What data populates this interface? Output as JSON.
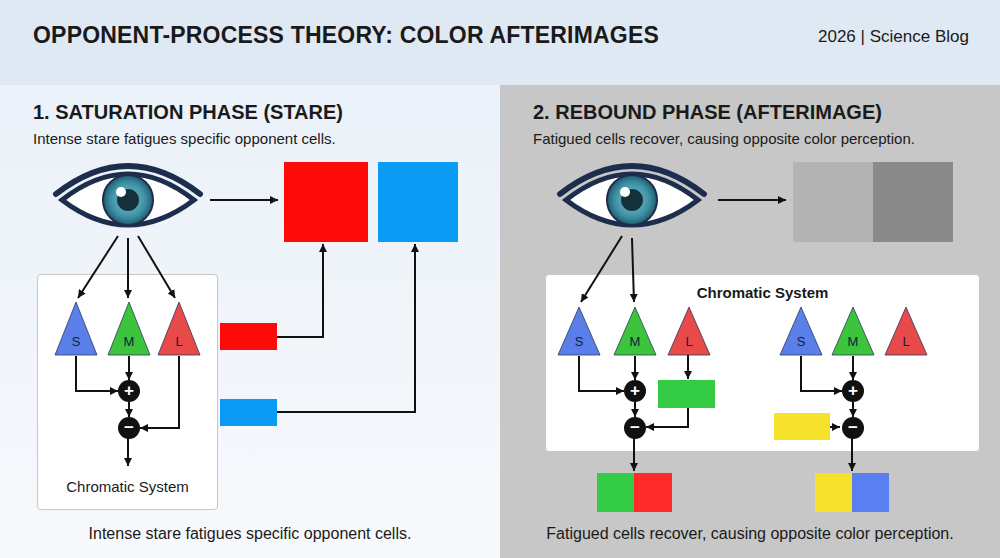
{
  "diagram": {
    "title": "OPPONENT-PROCESS THEORY: COLOR AFTERIMAGES",
    "nodes": [
      {
        "text": [
          "1. SATURATION PHASE (STARE)",
          "Intense stare fatigues specific opponent cells.",
          "Intense stare fatigues specific opponent cells."
        ]
      },
      {
        "text": [
          "Chromatic System"
        ],
        "in": 0
      },
      {
        "text": [
          "S"
        ],
        "in": 1
      },
      {
        "text": [
          "M"
        ],
        "in": 1
      },
      {
        "text": [
          "L"
        ],
        "in": 1
      },
      {
        "text": [
          "+"
        ],
        "in": 1
      },
      {
        "text": [
          "−"
        ],
        "in": 1
      },
      {
        "text": [
          "2. REBOUND PHASE (AFTERIMAGE)",
          "Fatigued cells recover, causing opposite color perception.",
          "Fatigued cells recover, causing opposite color perception."
        ]
      },
      {
        "text": [
          "Chromatic System"
        ],
        "in": 7
      },
      {
        "text": [
          "S"
        ],
        "in": 8
      },
      {
        "text": [
          "M"
        ],
        "in": 8
      },
      {
        "text": [
          "L"
        ],
        "in": 8
      },
      {
        "text": [
          "+"
        ],
        "in": 8
      },
      {
        "text": [
          "−"
        ],
        "in": 8
      },
      {
        "text": [
          "S"
        ],
        "in": 8
      },
      {
        "text": [
          "M"
        ],
        "in": 8
      },
      {
        "text": [
          "L"
        ],
        "in": 8
      },
      {
        "text": [
          "+"
        ],
        "in": 8
      },
      {
        "text": [
          "−"
        ],
        "in": 8
      }
    ],
    "edges": [
      {
        "from": 2,
        "to": 5,
        "arrow": "to"
      },
      {
        "from": 3,
        "to": 5,
        "arrow": "to"
      },
      {
        "from": 5,
        "to": 6,
        "arrow": "to"
      },
      {
        "from": 4,
        "to": 6,
        "arrow": "to"
      },
      {
        "from": 9,
        "to": 12,
        "arrow": "to"
      },
      {
        "from": 10,
        "to": 12,
        "arrow": "to"
      },
      {
        "from": 12,
        "to": 13,
        "arrow": "to"
      },
      {
        "from": 14,
        "to": 17,
        "arrow": "to"
      },
      {
        "from": 15,
        "to": 17,
        "arrow": "to"
      },
      {
        "from": 17,
        "to": 18,
        "arrow": "to"
      }
    ],
    "labels": [
      "2026 | Science Blog"
    ]
  }
}
